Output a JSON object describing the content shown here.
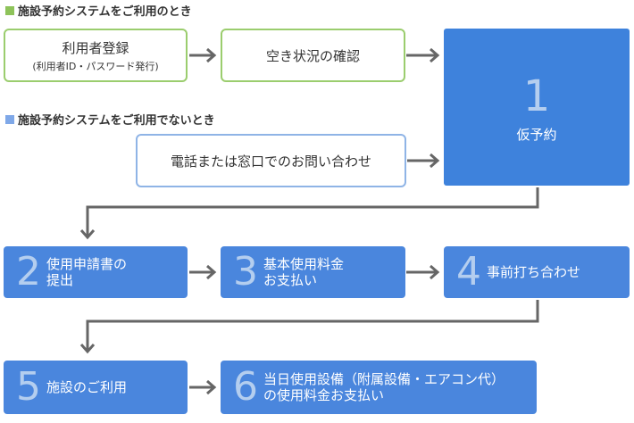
{
  "headings": {
    "using": "施設予約システムをご利用のとき",
    "not_using": "施設予約システムをご利用でないとき"
  },
  "colors": {
    "green_accent": "#8ec35a",
    "blue_accent": "#7fa8e8",
    "step_blue": "#4a86dd",
    "number_tint": "#b4ceef",
    "arrow_gray": "#666666"
  },
  "boxes": {
    "registration": {
      "main": "利用者登録",
      "sub": "(利用者ID・パスワード発行)"
    },
    "availability": {
      "main": "空き状況の確認"
    },
    "phone": {
      "main": "電話または窓口でのお問い合わせ"
    }
  },
  "steps": [
    {
      "number": "1",
      "label": "仮予約"
    },
    {
      "number": "2",
      "label_line1": "使用申請書の",
      "label_line2": "提出"
    },
    {
      "number": "3",
      "label_line1": "基本使用料金",
      "label_line2": "お支払い"
    },
    {
      "number": "4",
      "label": "事前打ち合わせ"
    },
    {
      "number": "5",
      "label": "施設のご利用"
    },
    {
      "number": "6",
      "label_line1": "当日使用設備（附属設備・エアコン代）",
      "label_line2": "の使用料金お支払い"
    }
  ]
}
